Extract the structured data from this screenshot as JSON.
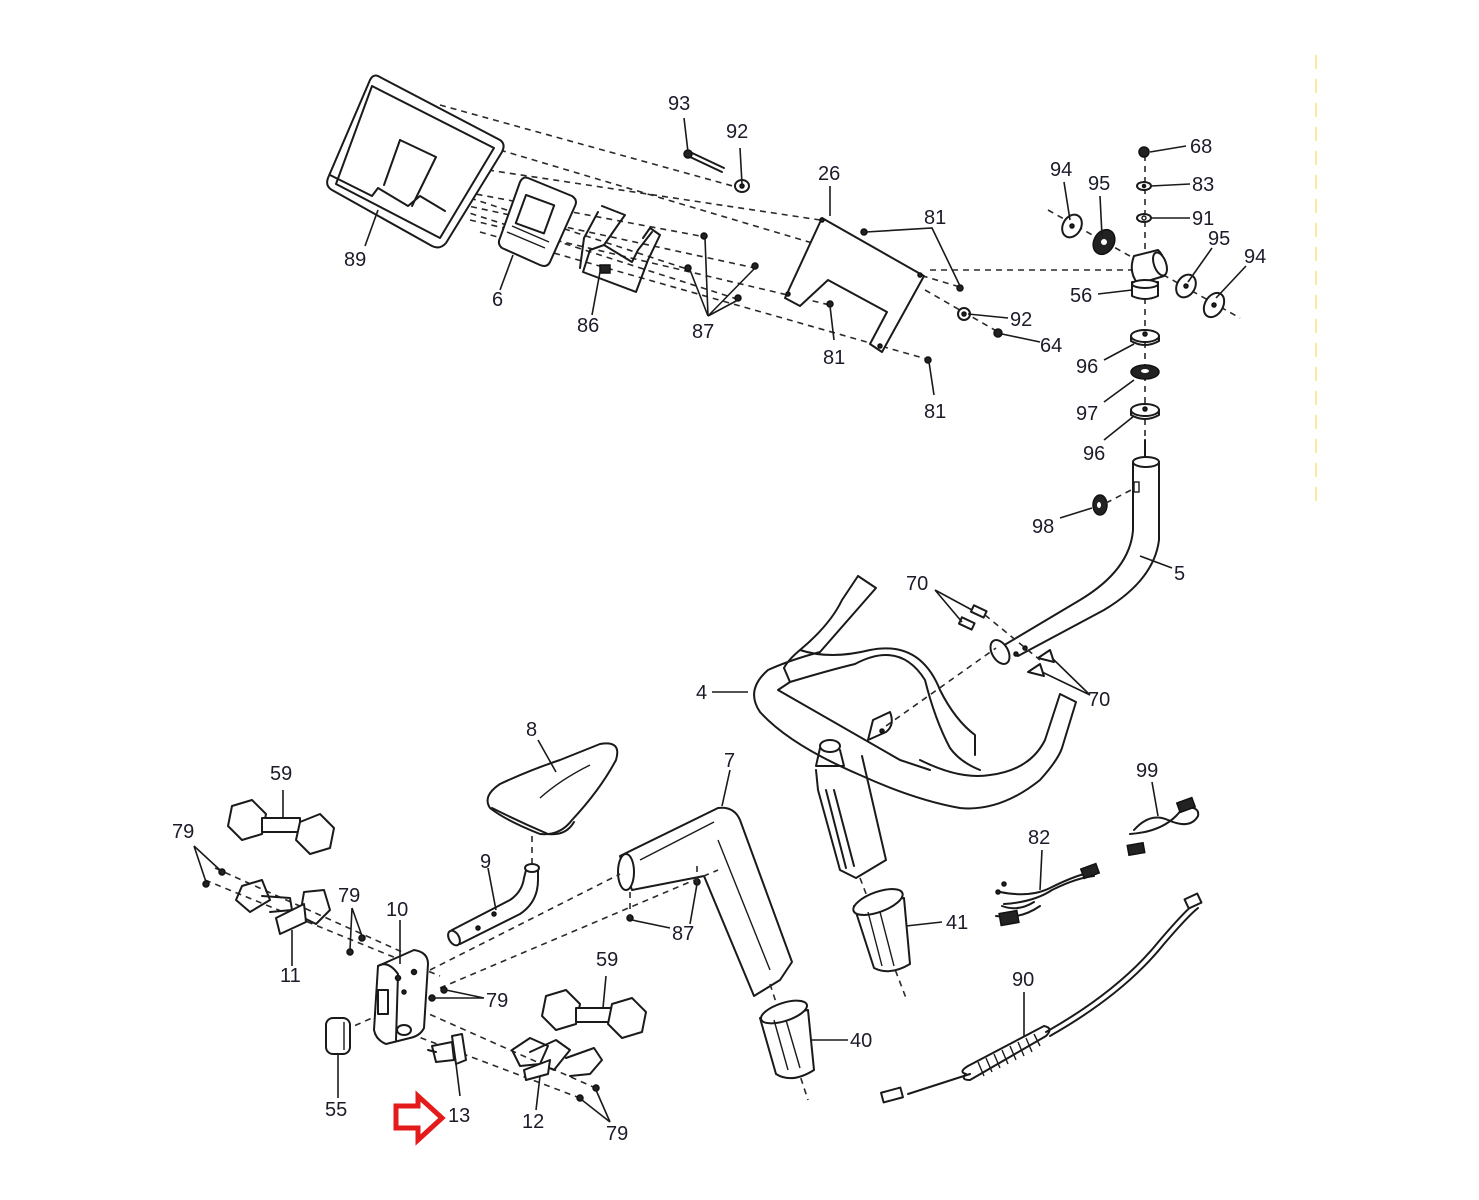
{
  "diagram": {
    "type": "exploded-parts-diagram",
    "subject": "Exercise bike console, handlebar and seat assembly",
    "highlight": {
      "part": "13",
      "marker": "red-outline-arrow",
      "color": "#e41b1b"
    },
    "line_color": "#1a1a1a",
    "label_color": "#1b1b2a",
    "margin_line_color": "#ffe7a0",
    "parts": [
      {
        "id": "89",
        "name": "console-tablet-holder"
      },
      {
        "id": "6",
        "name": "console"
      },
      {
        "id": "86",
        "name": "console-bracket"
      },
      {
        "id": "87",
        "name": "screw"
      },
      {
        "id": "93",
        "name": "bolt"
      },
      {
        "id": "92",
        "name": "washer"
      },
      {
        "id": "26",
        "name": "console-mount-plate"
      },
      {
        "id": "81",
        "name": "screw"
      },
      {
        "id": "64",
        "name": "nut"
      },
      {
        "id": "68",
        "name": "nut"
      },
      {
        "id": "83",
        "name": "washer"
      },
      {
        "id": "91",
        "name": "washer"
      },
      {
        "id": "94",
        "name": "cap"
      },
      {
        "id": "95",
        "name": "bushing"
      },
      {
        "id": "56",
        "name": "pivot-bracket"
      },
      {
        "id": "96",
        "name": "disc"
      },
      {
        "id": "97",
        "name": "spacer"
      },
      {
        "id": "98",
        "name": "knob"
      },
      {
        "id": "5",
        "name": "console-mast"
      },
      {
        "id": "70",
        "name": "fastener"
      },
      {
        "id": "4",
        "name": "handlebar"
      },
      {
        "id": "7",
        "name": "seat-post-frame"
      },
      {
        "id": "8",
        "name": "seat"
      },
      {
        "id": "9",
        "name": "seat-post"
      },
      {
        "id": "10",
        "name": "seat-carriage"
      },
      {
        "id": "11",
        "name": "weight-holder-left"
      },
      {
        "id": "12",
        "name": "weight-holder-right"
      },
      {
        "id": "13",
        "name": "adjustment-knob"
      },
      {
        "id": "55",
        "name": "end-cap"
      },
      {
        "id": "59",
        "name": "dumbbell"
      },
      {
        "id": "79",
        "name": "screw"
      },
      {
        "id": "40",
        "name": "sleeve"
      },
      {
        "id": "41",
        "name": "sleeve"
      },
      {
        "id": "82",
        "name": "wire-harness"
      },
      {
        "id": "99",
        "name": "wire-harness"
      },
      {
        "id": "90",
        "name": "coiled-cable"
      }
    ],
    "labels": {
      "p89": "89",
      "p6": "6",
      "p86": "86",
      "p87a": "87",
      "p93": "93",
      "p92a": "92",
      "p26": "26",
      "p81a": "81",
      "p81b": "81",
      "p81c": "81",
      "p92b": "92",
      "p64": "64",
      "p68": "68",
      "p83": "83",
      "p91": "91",
      "p94a": "94",
      "p95a": "95",
      "p95b": "95",
      "p94b": "94",
      "p56": "56",
      "p96a": "96",
      "p97": "97",
      "p96b": "96",
      "p98": "98",
      "p5": "5",
      "p70a": "70",
      "p70b": "70",
      "p4": "4",
      "p8": "8",
      "p7": "7",
      "p59a": "59",
      "p79a": "79",
      "p79b": "79",
      "p10": "10",
      "p9": "9",
      "p11": "11",
      "p87b": "87",
      "p41": "41",
      "p82": "82",
      "p99": "99",
      "p90": "90",
      "p79c": "79",
      "p59b": "59",
      "p40": "40",
      "p55": "55",
      "p13": "13",
      "p12": "12",
      "p79d": "79"
    }
  }
}
